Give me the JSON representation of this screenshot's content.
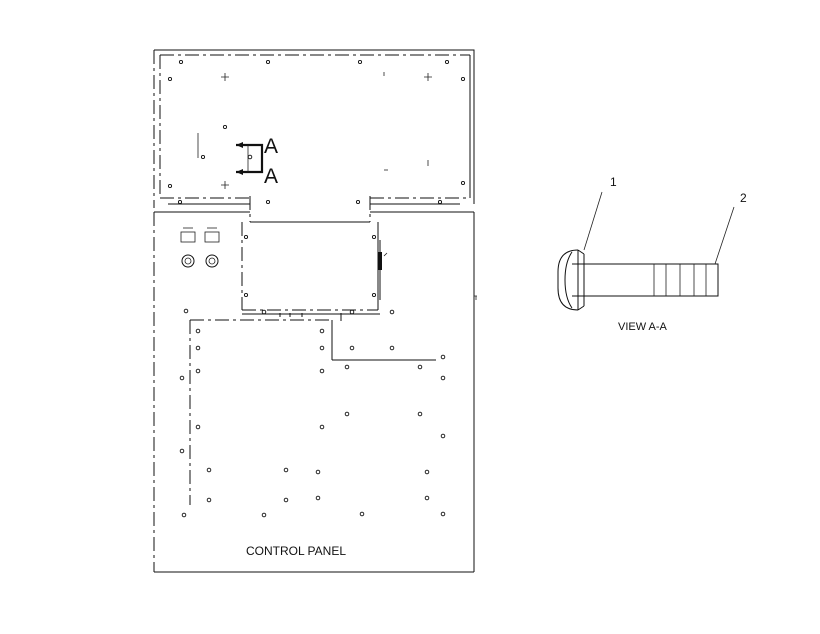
{
  "drawing": {
    "section_label_top": "A",
    "section_label_bottom": "A",
    "main_caption": "CONTROL PANEL",
    "view_caption": "VIEW A-A",
    "callout_1": "1",
    "callout_2": "2"
  }
}
